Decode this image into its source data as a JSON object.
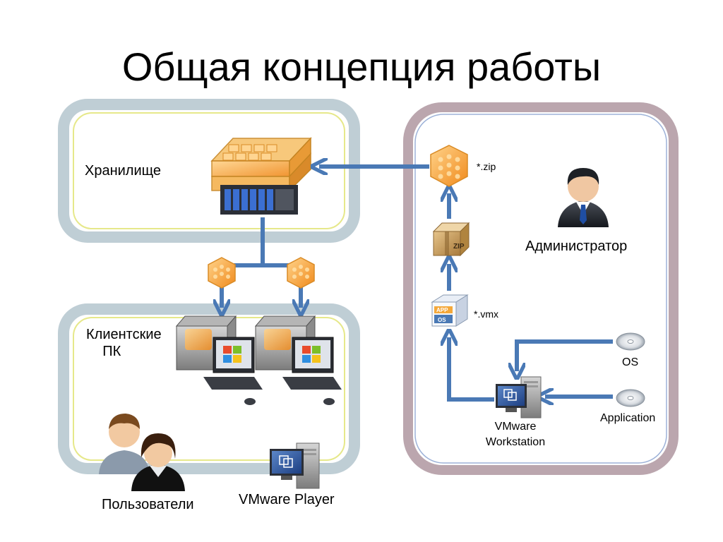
{
  "slide": {
    "title": "Общая концепция работы"
  },
  "storage": {
    "label": "Хранилище"
  },
  "clients": {
    "label_line1": "Клиентские",
    "label_line2": "ПК"
  },
  "users": {
    "label": "Пользователи"
  },
  "player": {
    "label": "VMware Player"
  },
  "admin": {
    "label": "Администратор"
  },
  "files": {
    "zip": "*.zip",
    "vmx": "*.vmx"
  },
  "workstation": {
    "label_line1": "VMware",
    "label_line2": "Workstation"
  },
  "inputs": {
    "os": "OS",
    "application": "Application"
  },
  "vm_badge": {
    "app": "APP",
    "os": "OS"
  },
  "colors": {
    "arrow": "#4a79b5",
    "storage_glow": "#8aa6b2",
    "inner_border": "#e6e88a",
    "admin_glow": "#8e6b78",
    "admin_inner": "#9db2d8",
    "orange": "#f4a83a"
  }
}
